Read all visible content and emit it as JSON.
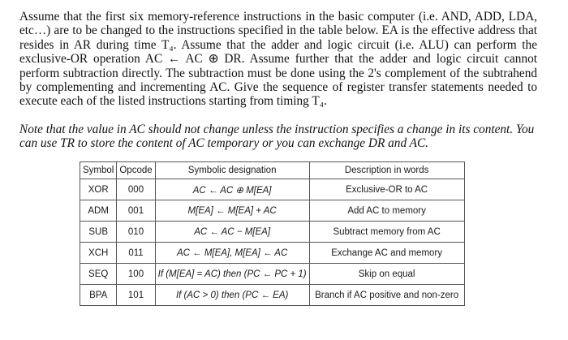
{
  "paragraph": "Assume that the first six memory-reference instructions in the basic computer (i.e. AND, ADD, LDA, etc…) are to be changed to the instructions specified in the table below. EA is the effective address that resides in AR during time T₄. Assume that the adder and logic circuit (i.e. ALU) can perform the exclusive-OR operation AC ← AC ⊕ DR. Assume further that the adder and logic circuit cannot perform subtraction directly. The subtraction must be done using the 2's complement of the subtrahend by complementing and incrementing AC. Give the sequence of register transfer statements needed to execute each of the listed instructions starting from timing T₄.",
  "note": "Note that the value in AC should not change unless the instruction specifies a change in its content. You can use TR to store the content of AC temporary or you can exchange DR and AC.",
  "table": {
    "headers": [
      "Symbol",
      "Opcode",
      "Symbolic designation",
      "Description in words"
    ],
    "rows": [
      {
        "symbol": "XOR",
        "opcode": "000",
        "designation": "AC ← AC ⊕ M[EA]",
        "description": "Exclusive-OR to AC"
      },
      {
        "symbol": "ADM",
        "opcode": "001",
        "designation": "M[EA] ← M[EA] + AC",
        "description": "Add AC to memory"
      },
      {
        "symbol": "SUB",
        "opcode": "010",
        "designation": "AC ← AC − M[EA]",
        "description": "Subtract memory from AC"
      },
      {
        "symbol": "XCH",
        "opcode": "011",
        "designation": "AC ← M[EA], M[EA] ← AC",
        "description": "Exchange AC and memory"
      },
      {
        "symbol": "SEQ",
        "opcode": "100",
        "designation": "If (M[EA] = AC) then (PC ← PC + 1)",
        "description": "Skip on equal"
      },
      {
        "symbol": "BPA",
        "opcode": "101",
        "designation": "If (AC > 0) then (PC ← EA)",
        "description": "Branch if AC positive and non-zero"
      }
    ]
  }
}
